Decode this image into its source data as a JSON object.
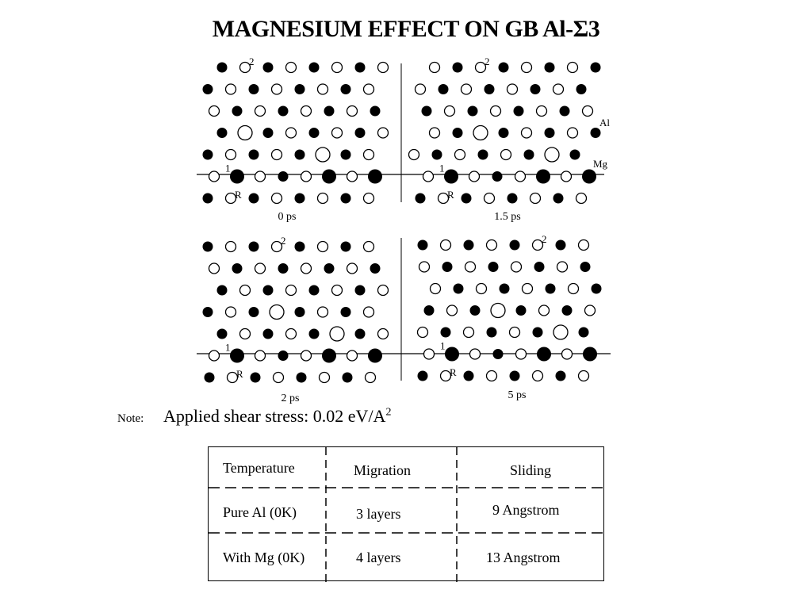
{
  "title": "MAGNESIUM EFFECT ON GB Al-Σ3",
  "panels": [
    {
      "time": "0 ps",
      "rows": [
        [
          "f",
          "o2",
          "f",
          "o",
          "f",
          "o",
          "f",
          "o"
        ],
        [
          "f",
          "o",
          "f",
          "o",
          "f",
          "o",
          "f",
          "o"
        ],
        [
          "o",
          "f",
          "o",
          "f",
          "o",
          "f",
          "o",
          "f"
        ],
        [
          "f",
          "O",
          "f",
          "o",
          "f",
          "o",
          "f",
          "o"
        ],
        [
          "f",
          "o",
          "f",
          "o",
          "f",
          "O",
          "f",
          "o"
        ],
        [
          "o1",
          "F",
          "o",
          "f",
          "o",
          "F",
          "o",
          "F"
        ],
        [
          "f",
          "oR",
          "f",
          "o",
          "f",
          "o",
          "f",
          "o"
        ]
      ]
    },
    {
      "time": "1.5 ps",
      "rows": [
        [
          "o",
          "f",
          "o2",
          "f",
          "o",
          "f",
          "o",
          "f"
        ],
        [
          "o",
          "f",
          "o",
          "f",
          "o",
          "f",
          "o",
          "f"
        ],
        [
          "f",
          "o",
          "f",
          "o",
          "f",
          "o",
          "f",
          "o"
        ],
        [
          "o",
          "f",
          "O",
          "f",
          "o",
          "f",
          "o",
          "f"
        ],
        [
          "o",
          "f",
          "o",
          "f",
          "o",
          "f",
          "O",
          "f"
        ],
        [
          "o1",
          "F",
          "o",
          "f",
          "o",
          "F",
          "o",
          "F"
        ],
        [
          "f",
          "oR",
          "f",
          "o",
          "f",
          "o",
          "f",
          "o"
        ]
      ]
    },
    {
      "time": "2 ps",
      "rows": [
        [
          "f",
          "o",
          "f",
          "o2",
          "f",
          "o",
          "f",
          "o"
        ],
        [
          "o",
          "f",
          "o",
          "f",
          "o",
          "f",
          "o",
          "f"
        ],
        [
          "f",
          "o",
          "f",
          "o",
          "f",
          "o",
          "f",
          "o"
        ],
        [
          "f",
          "o",
          "f",
          "O",
          "f",
          "o",
          "f",
          "o"
        ],
        [
          "f",
          "o",
          "f",
          "o",
          "f",
          "O",
          "f",
          "o"
        ],
        [
          "o1",
          "F",
          "o",
          "f",
          "o",
          "F",
          "o",
          "F"
        ],
        [
          "f",
          "oR",
          "f",
          "o",
          "f",
          "o",
          "f",
          "o"
        ]
      ]
    },
    {
      "time": "5 ps",
      "rows": [
        [
          "f",
          "o",
          "f",
          "o",
          "f",
          "o2",
          "f",
          "o"
        ],
        [
          "o",
          "f",
          "o",
          "f",
          "o",
          "f",
          "o",
          "f"
        ],
        [
          "o",
          "f",
          "o",
          "f",
          "o",
          "f",
          "o",
          "f"
        ],
        [
          "f",
          "o",
          "f",
          "O",
          "f",
          "o",
          "f",
          "o"
        ],
        [
          "o",
          "f",
          "o",
          "f",
          "o",
          "f",
          "O",
          "f"
        ],
        [
          "o1",
          "F",
          "o",
          "f",
          "o",
          "F",
          "o",
          "F"
        ],
        [
          "f",
          "oR",
          "f",
          "o",
          "f",
          "o",
          "f",
          "o"
        ]
      ]
    }
  ],
  "legend": {
    "al": "Al",
    "mg": "Mg"
  },
  "markers": {
    "one": "1",
    "two": "2",
    "ref": "R"
  },
  "note": {
    "label": "Note:",
    "text": "Applied shear stress: 0.02 eV/A",
    "exponent": "2"
  },
  "table": {
    "headers": [
      "Temperature",
      "Migration",
      "Sliding"
    ],
    "rows": [
      [
        "Pure Al (0K)",
        "3 layers",
        "9 Angstrom"
      ],
      [
        "With Mg (0K)",
        "4 layers",
        "13 Angstrom"
      ]
    ]
  }
}
